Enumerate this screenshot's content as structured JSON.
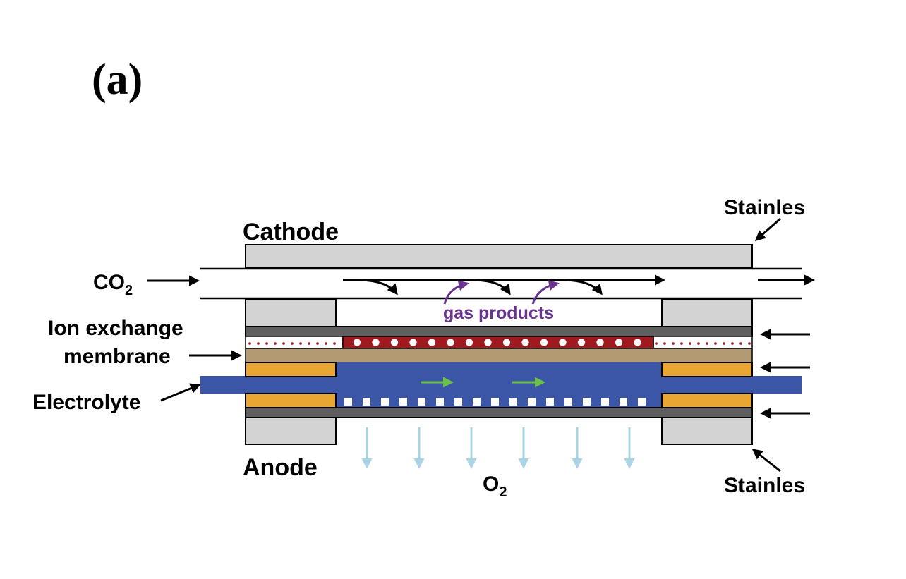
{
  "panel_label": "(a)",
  "labels": {
    "cathode": "Cathode",
    "anode": "Anode",
    "co2": "CO",
    "co2_sub": "2",
    "ion_exchange_1": "Ion exchange",
    "ion_exchange_2": "membrane",
    "electrolyte": "Electrolyte",
    "gas_products": "gas products",
    "o2": "O",
    "o2_sub": "2",
    "stainless_top": "Stainles",
    "stainless_bottom": "Stainles"
  },
  "colors": {
    "plate_gray": "#d3d3d3",
    "dark_gray": "#5f5f5f",
    "catalyst_red": "#a0191e",
    "membrane_tan": "#b39a72",
    "electrolyte_blue": "#3b56a6",
    "gasket_gold": "#eaa632",
    "flow_green": "#6cc04a",
    "gas_purple": "#6a3390",
    "o2_lightblue": "#a9d4e6"
  }
}
